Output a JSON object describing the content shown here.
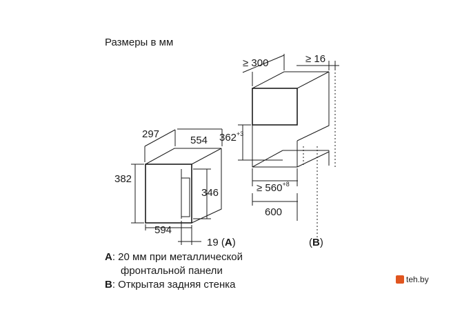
{
  "title": "Размеры в мм",
  "dimensions": {
    "depth_top_min": "≥ 300",
    "gap_right_min": "≥ 16",
    "height_niche": "362",
    "height_niche_tol": "+3",
    "width_niche_min": "≥ 560",
    "width_niche_tol": "+8",
    "cabinet_width": "600",
    "device_depth": "297",
    "device_width_top": "554",
    "device_height": "382",
    "device_inner_height": "346",
    "device_width_bottom": "594",
    "front_offset": "19",
    "front_offset_ref": "A",
    "rear_ref": "B"
  },
  "legend": {
    "a_key": "A",
    "a_text_1": ": 20 мм при металлической",
    "a_text_2": "фронтальной панели",
    "b_key": "B",
    "b_text": ": Открытая задняя стенка"
  },
  "watermark": {
    "text": "teh.by",
    "icon": "cart-icon",
    "color": "#e0551f"
  }
}
